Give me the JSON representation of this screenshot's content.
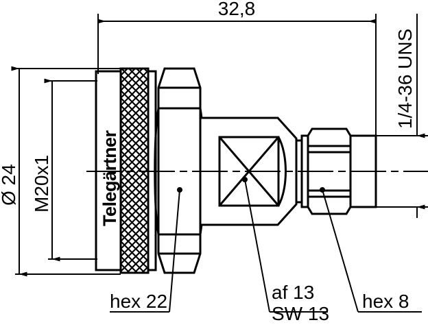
{
  "drawing": {
    "title_text": "",
    "line_color": "#000000",
    "background_color": "#ffffff",
    "brand": "Telegärtner"
  },
  "dimensions": {
    "overall_length": "32,8",
    "outer_diameter": "Ø 24",
    "thread_coupling": "M20x1",
    "thread_interface": "1/4-36 UNS"
  },
  "callouts": [
    {
      "id": "hex22",
      "label": "hex 22"
    },
    {
      "id": "af13",
      "label": "af 13"
    },
    {
      "id": "sw13",
      "label": "SW 13"
    },
    {
      "id": "hex8",
      "label": "hex 8"
    }
  ]
}
